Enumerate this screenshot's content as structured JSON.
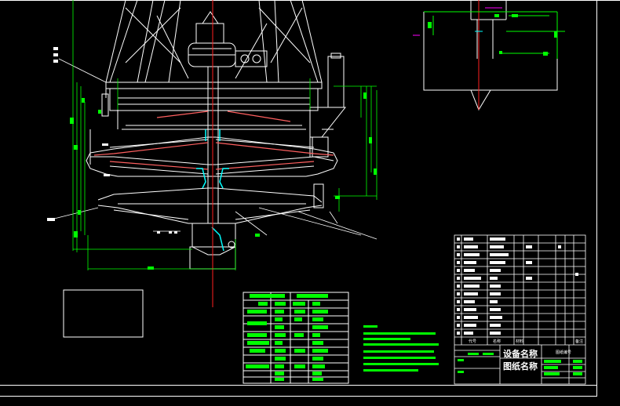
{
  "title_block": {
    "equipment_name_label": "设备名称",
    "drawing_name_label": "图纸名称",
    "col_labels": [
      "代号",
      "名称",
      "材料",
      "备注"
    ],
    "right_header": "图纸编号"
  },
  "colors": {
    "frame": "#ffffff",
    "structure": "#ffffff",
    "dimension": "#00ff00",
    "centerline": "#ff0000",
    "hatch": "#ff6060",
    "accent_cyan": "#00ffff",
    "accent_magenta": "#ff00ff",
    "accent_yellow": "#ffff00",
    "label_fill": "#00ff00"
  }
}
